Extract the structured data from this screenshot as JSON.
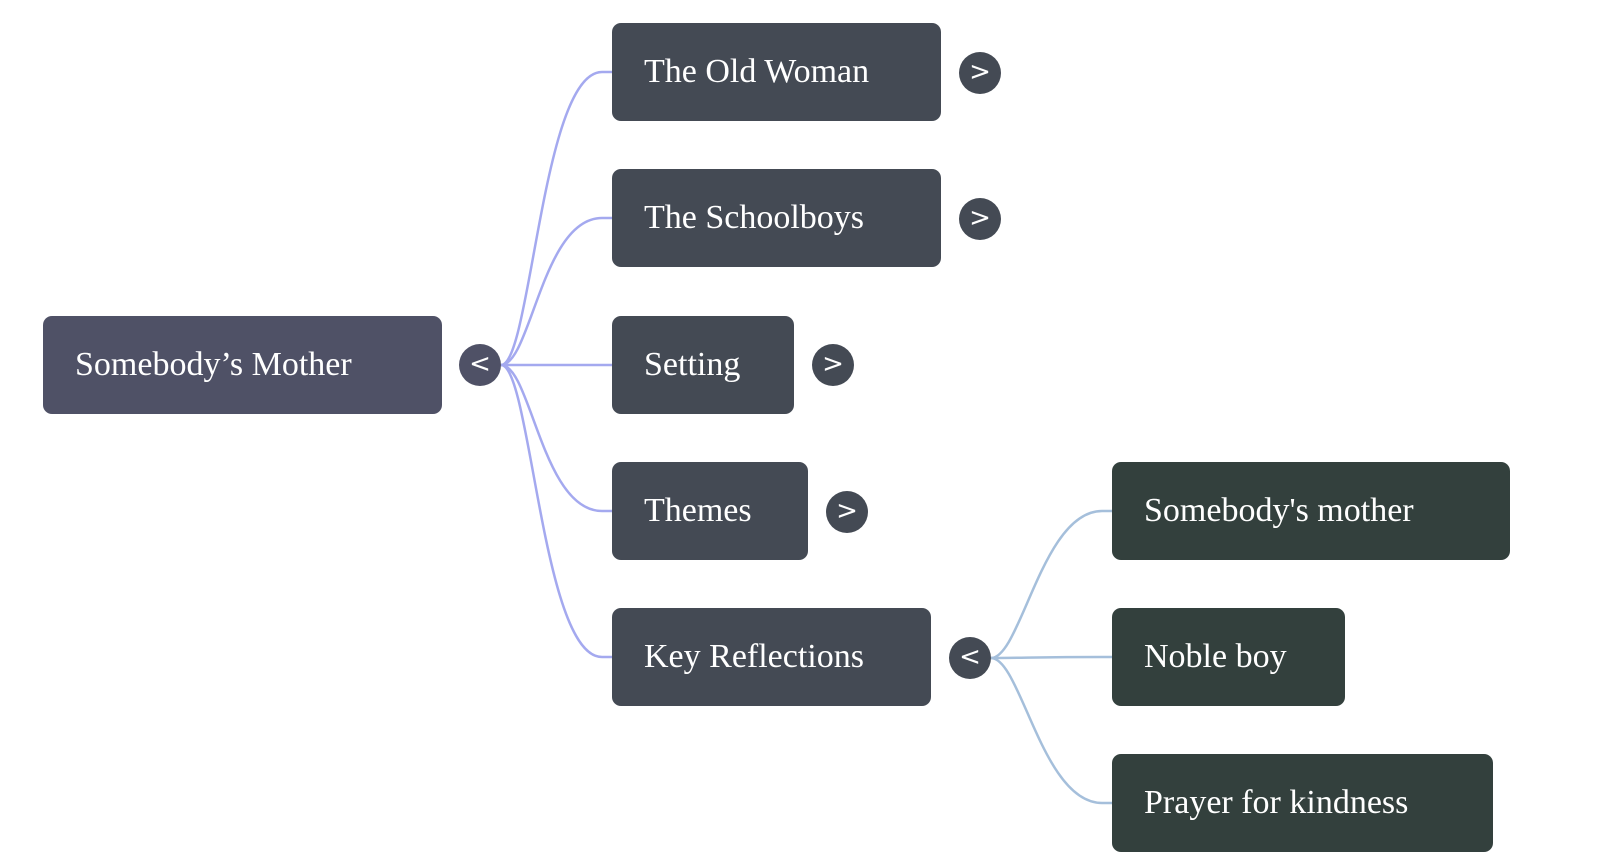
{
  "title": "Somebody’s Mother",
  "colors": {
    "root_node": "#4f5166",
    "branch_node": "#444a54",
    "leaf_node": "#33403d",
    "root_links": "#a4a9ef",
    "sub_links": "#a5bfdb",
    "text": "#ffffff"
  },
  "root": {
    "label": "Somebody’s Mother",
    "toggle": "<",
    "expanded": true
  },
  "branches": [
    {
      "label": "The Old Woman",
      "toggle": ">",
      "expanded": false
    },
    {
      "label": "The Schoolboys",
      "toggle": ">",
      "expanded": false
    },
    {
      "label": "Setting",
      "toggle": ">",
      "expanded": false
    },
    {
      "label": "Themes",
      "toggle": ">",
      "expanded": false
    },
    {
      "label": "Key Reflections",
      "toggle": "<",
      "expanded": true,
      "children": [
        {
          "label": "Somebody's mother"
        },
        {
          "label": "Noble boy"
        },
        {
          "label": "Prayer for kindness"
        }
      ]
    }
  ]
}
